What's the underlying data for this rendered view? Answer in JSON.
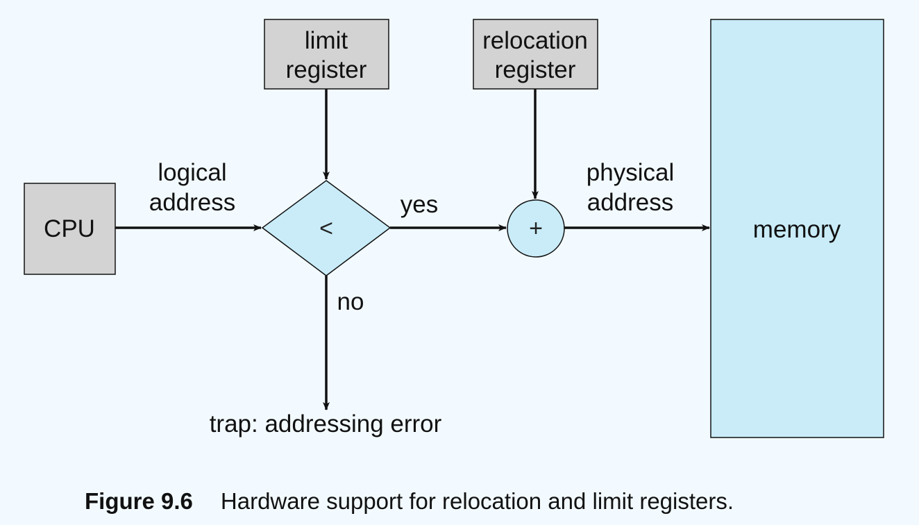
{
  "colors": {
    "background": "#f2faff",
    "register_fill": "#d3d3d3",
    "logic_fill": "#c9ecf8",
    "stroke": "#111111"
  },
  "nodes": {
    "cpu": {
      "label": "CPU"
    },
    "limit_register": {
      "line1": "limit",
      "line2": "register"
    },
    "relocation_register": {
      "line1": "relocation",
      "line2": "register"
    },
    "comparator": {
      "symbol": "<"
    },
    "adder": {
      "symbol": "+"
    },
    "memory": {
      "label": "memory"
    }
  },
  "edges": {
    "logical_address": {
      "line1": "logical",
      "line2": "address"
    },
    "yes": "yes",
    "no": "no",
    "physical_address": {
      "line1": "physical",
      "line2": "address"
    },
    "trap": "trap: addressing error"
  },
  "caption": {
    "figure_number": "Figure 9.6",
    "text": "Hardware support for relocation and limit registers."
  }
}
